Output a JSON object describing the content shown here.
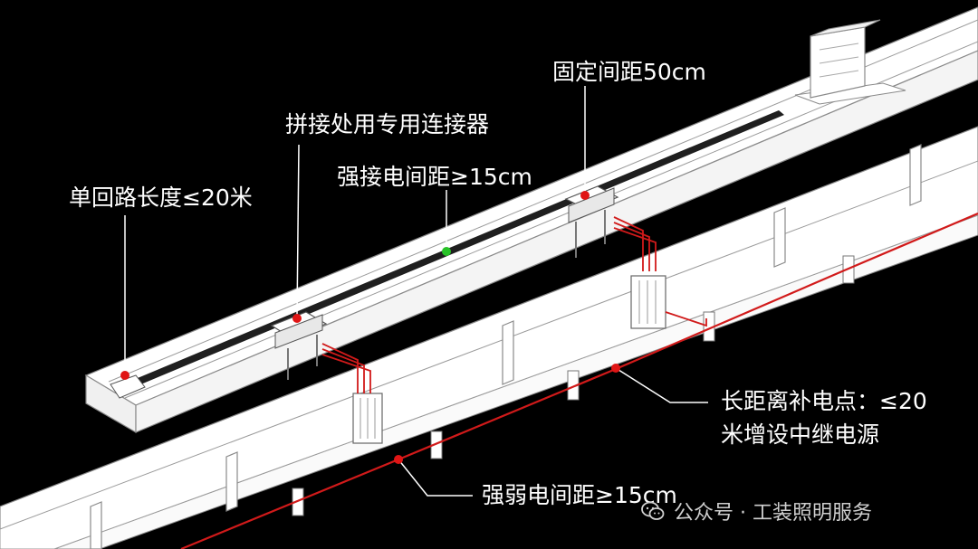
{
  "annotations": {
    "circuit_length": "单回路长度≤20米",
    "connector": "拼接处用专用连接器",
    "strong_spacing": "强接电间距≥15cm",
    "fixed_spacing": "固定间距50cm",
    "relay_line1": "长距离补电点：≤20",
    "relay_line2": "米增设中继电源",
    "weak_strong_spacing": "强弱电间距≥15cm"
  },
  "watermark": {
    "text": "公众号 · 工装照明服务"
  },
  "colors": {
    "background": "#000000",
    "structure_fill": "#ffffff",
    "structure_line": "#8c8c8c",
    "track": "#1f1f1f",
    "cable": "#d11a1a",
    "marker_red": "#e01515",
    "marker_green": "#27c227",
    "leader": "#ffffff"
  },
  "icons": [
    "wechat-icon"
  ]
}
